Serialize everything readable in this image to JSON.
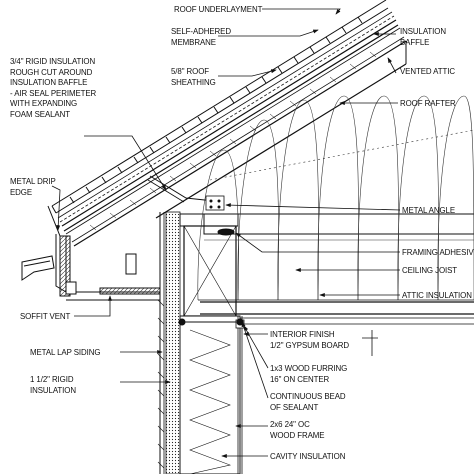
{
  "labels": {
    "roof_underlayment": "ROOF UNDERLAYMENT",
    "self_adhered_membrane": "SELF-ADHERED\nMEMBRANE",
    "roof_sheathing": "5/8\" ROOF\nSHEATHING",
    "rigid_insulation_note": "3/4\" RIGID INSULATION\nROUGH CUT AROUND\nINSULATION BAFFLE\n- AIR SEAL PERIMETER\nWITH EXPANDING\nFOAM SEALANT",
    "metal_drip_edge": "METAL DRIP\nEDGE",
    "insulation_baffle": "INSULATION\nBAFFLE",
    "vented_attic": "VENTED ATTIC",
    "roof_rafter": "ROOF RAFTER",
    "metal_angle": "METAL ANGLE",
    "framing_adhesive": "FRAMING ADHESIVE",
    "ceiling_joist": "CEILING JOIST",
    "attic_insulation": "ATTIC INSULATION",
    "soffit_vent": "SOFFIT VENT",
    "interior_finish": "INTERIOR FINISH\n1/2\" GYPSUM BOARD",
    "wood_furring": "1x3 WOOD FURRING\n16\" ON CENTER",
    "continuous_bead": "CONTINUOUS BEAD\nOF SEALANT",
    "metal_lap_siding": "METAL LAP SIDING",
    "rigid_insulation_wall": "1 1/2\" RIGID\nINSULATION",
    "wood_frame": "2x6 24\" OC\nWOOD FRAME",
    "cavity_insulation": "CAVITY INSULATION"
  }
}
